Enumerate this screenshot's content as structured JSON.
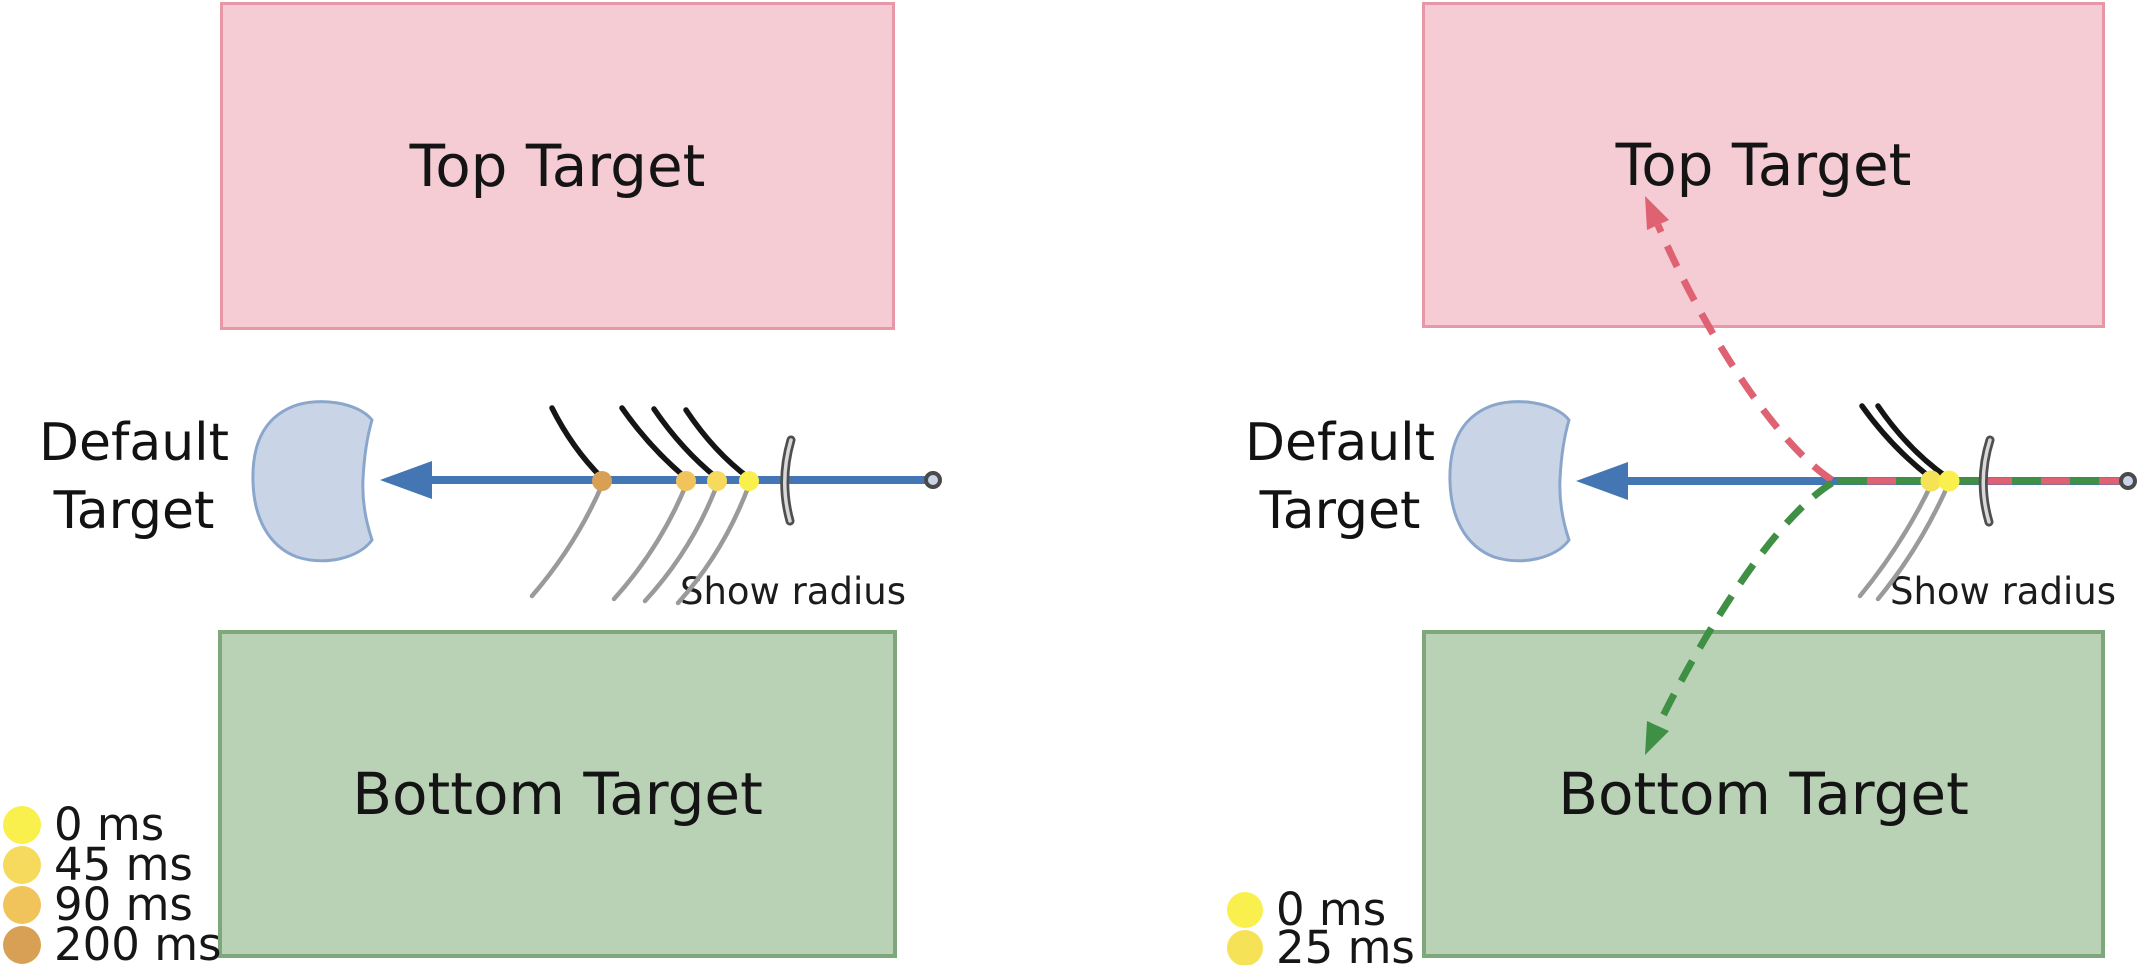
{
  "figure_caption_labels": {
    "top_target": "Top Target",
    "bottom_target": "Bottom Target",
    "default_target_line1": "Default",
    "default_target_line2": "Target",
    "show_radius": "Show radius"
  },
  "panels": [
    {
      "name": "left-panel-four-perturbation-times",
      "top_target": "Top Target",
      "bottom_target": "Bottom Target",
      "default_target_line1": "Default",
      "default_target_line2": "Target",
      "show_radius": "Show radius",
      "legend": [
        {
          "label": "0 ms",
          "color": "#F9F04E"
        },
        {
          "label": "45 ms",
          "color": "#F6DA5D"
        },
        {
          "label": "90 ms",
          "color": "#F1C45B"
        },
        {
          "label": "200 ms",
          "color": "#D7A055"
        }
      ],
      "timeline_dots": [
        {
          "time": "200 ms",
          "color": "#D7A055"
        },
        {
          "time": "90 ms",
          "color": "#F1C45B"
        },
        {
          "time": "45 ms",
          "color": "#F6DA5D"
        },
        {
          "time": "0 ms",
          "color": "#F9F04E"
        }
      ]
    },
    {
      "name": "right-panel-two-perturbation-times",
      "top_target": "Top Target",
      "bottom_target": "Bottom Target",
      "default_target_line1": "Default",
      "default_target_line2": "Target",
      "show_radius": "Show radius",
      "legend": [
        {
          "label": "0 ms",
          "color": "#F9F04E"
        },
        {
          "label": "25 ms",
          "color": "#F6E257"
        }
      ],
      "timeline_dots": [
        {
          "time": "25 ms",
          "color": "#F6E257"
        },
        {
          "time": "0 ms",
          "color": "#F9F04E"
        }
      ]
    }
  ],
  "colors": {
    "top_target_fill": "#F5CBD4",
    "top_target_border": "#E897A6",
    "bottom_target_fill": "#B9D2B5",
    "bottom_target_border": "#7EA77C",
    "default_target_fill": "#C9D5E7",
    "default_target_border": "#8BA6CB",
    "arrow": "#4576B4",
    "red_trajectory": "#DE6272",
    "green_trajectory": "#3F8F45",
    "whisker_black": "#151515",
    "whisker_gray": "#9A9A9A",
    "radius_arc_dark": "#4F4F4F",
    "radius_arc_light": "#D9D9D9",
    "end_marker_fill": "#C9D5E7",
    "end_marker_ring": "#4A4A4A"
  }
}
